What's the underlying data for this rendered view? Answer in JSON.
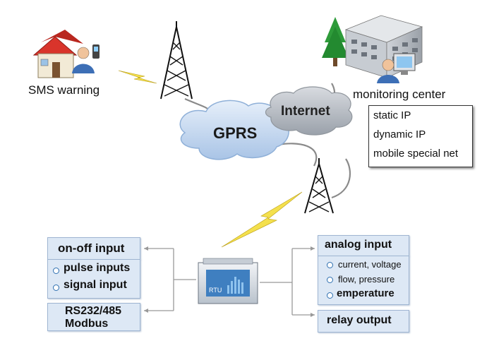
{
  "labels": {
    "sms_warning": "SMS warning",
    "monitoring_center": "monitoring center",
    "gprs": "GPRS",
    "internet": "Internet"
  },
  "ip_options": [
    "static IP",
    "dynamic IP",
    "mobile special net"
  ],
  "device_label": "RTU",
  "left_panel": {
    "on_off": "on-off input",
    "items": [
      "pulse inputs",
      "signal input"
    ],
    "comm_line1": "RS232/485",
    "comm_line2": "Modbus"
  },
  "right_panel": {
    "analog": "analog input",
    "items": [
      "current, voltage",
      "flow, pressure",
      "emperature"
    ],
    "relay": "relay output"
  },
  "colors": {
    "cloud": "#c9daf0",
    "cloud_edge": "#8fb0d8",
    "internet_cloud": "#b9bec5",
    "panel_bg": "#dde8f5",
    "lightning": "#f4e04d",
    "tower": "#111111",
    "connector": "#888888"
  },
  "icons": [
    "house-icon",
    "person-icon",
    "phone-icon",
    "radio-tower-icon",
    "office-building-icon",
    "tree-icon",
    "computer-icon",
    "rtu-device-icon",
    "lightning-icon"
  ]
}
